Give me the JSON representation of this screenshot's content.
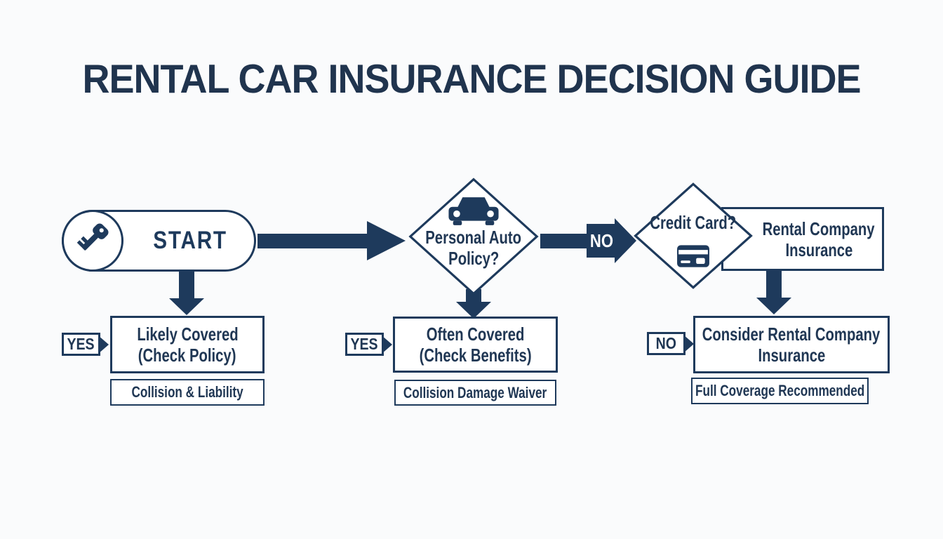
{
  "title": "RENTAL CAR INSURANCE DECISION GUIDE",
  "start": {
    "label": "START",
    "icon": "car-key-icon"
  },
  "d1": {
    "line1": "Personal Auto",
    "line2": "Policy?",
    "icon": "car-icon"
  },
  "no_edge": {
    "label": "NO"
  },
  "d2": {
    "label": "Credit Card?",
    "icon": "credit-card-icon"
  },
  "rental": {
    "line1": "Rental Company",
    "line2": "Insurance"
  },
  "outcomes": [
    {
      "branch": "YES",
      "line1": "Likely Covered",
      "line2": "(Check Policy)",
      "note": "Collision & Liability"
    },
    {
      "branch": "YES",
      "line1": "Often Covered",
      "line2": "(Check Benefits)",
      "note": "Collision Damage Waiver"
    },
    {
      "branch": "NO",
      "line1": "Consider Rental Company",
      "line2": "Insurance",
      "note": "Full Coverage Recommended"
    }
  ],
  "colors": {
    "navy": "#1e3a5c",
    "background": "#fafbfc",
    "shape_fill": "#ffffff",
    "edge_label_text": "#ffffff"
  }
}
